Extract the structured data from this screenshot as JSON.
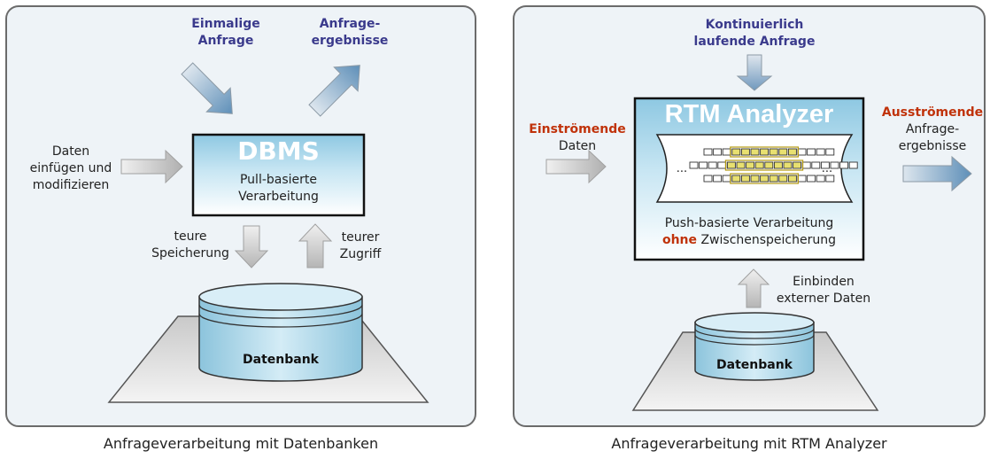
{
  "left_panel": {
    "single_query": "Einmalige\nAnfrage",
    "query_results": "Anfrage-\nergebnisse",
    "insert_modify": "Daten\neinfügen und\nmodifizieren",
    "dbms_title": "DBMS",
    "dbms_subtitle": "Pull-basierte\nVerarbeitung",
    "expensive_storage": "teure\nSpeicherung",
    "expensive_access": "teurer\nZugriff",
    "database": "Datenbank",
    "caption": "Anfrageverarbeitung mit Datenbanken"
  },
  "right_panel": {
    "continuous_query": "Kontinuierlich\nlaufende Anfrage",
    "incoming_bold": "Einströmende",
    "incoming_rest": "Daten",
    "outgoing_bold": "Ausströmende",
    "outgoing_rest": "Anfrage-\nergebnisse",
    "rtm_title": "RTM Analyzer",
    "ellipsis_left": "...",
    "ellipsis_right": "...",
    "push_line": "Push-basierte Verarbeitung",
    "without_bold": "ohne",
    "without_rest": " Zwischenspeicherung",
    "external": "Einbinden\nexterner Daten",
    "database": "Datenbank",
    "caption": "Anfrageverarbeitung mit RTM Analyzer"
  },
  "colors": {
    "panel_fill": "#eef3f7",
    "panel_border": "#6b6b6b",
    "blue_label": "#3a3a8c",
    "red_label": "#c0320a",
    "box_blue": "#9ccfe6",
    "highlight": "#e8e070"
  }
}
